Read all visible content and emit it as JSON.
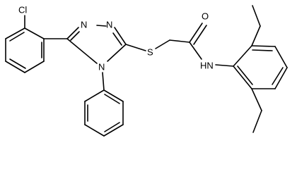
{
  "molecule": {
    "atoms": {
      "chlorine": "Cl",
      "n1": "N",
      "n2": "N",
      "n4": "N",
      "sulfur": "S",
      "oxygen": "O",
      "amide_nh": "HN"
    },
    "colors": {
      "line": "#000000",
      "background": "#ffffff"
    }
  }
}
